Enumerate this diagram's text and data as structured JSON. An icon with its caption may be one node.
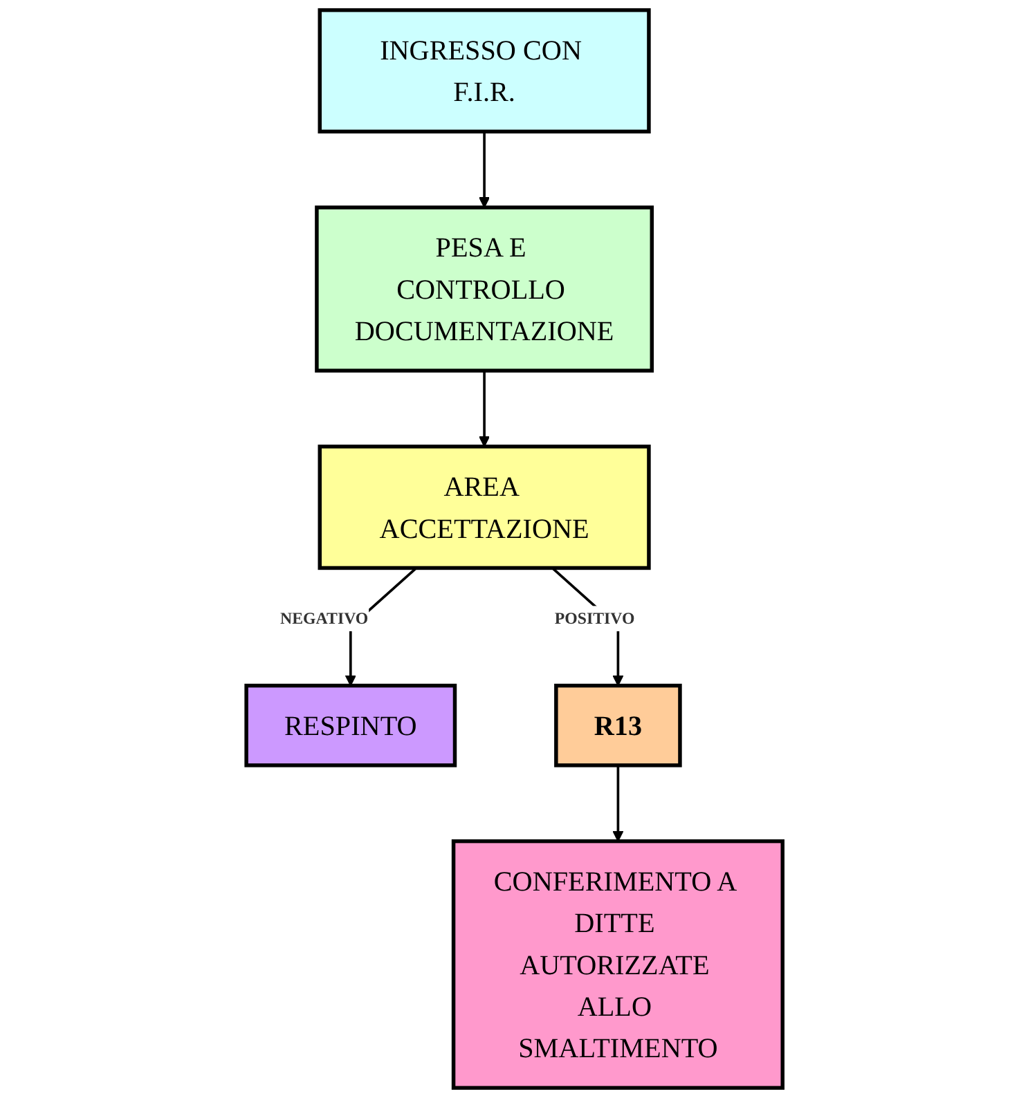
{
  "diagram": {
    "nodes": [
      {
        "text": [
          "INGRESSO CON F.I.R."
        ]
      },
      {
        "text": [
          "PESA E CONTROLLO DOCUMENTAZIONE"
        ]
      },
      {
        "text": [
          "AREA ACCETTAZIONE"
        ]
      },
      {
        "text": [
          "RESPINTO"
        ]
      },
      {
        "text": [
          "R13"
        ]
      },
      {
        "text": [
          "CONFERIMENTO A DITTE AUTORIZZATE ALLO SMALTIMENTO"
        ]
      }
    ],
    "edges": [
      {
        "from": 0,
        "to": 1,
        "arrow": "to"
      },
      {
        "from": 1,
        "to": 2,
        "arrow": "to"
      },
      {
        "from": 2,
        "to": 3,
        "arrow": "to",
        "label": "NEGATIVO"
      },
      {
        "from": 2,
        "to": 4,
        "arrow": "to",
        "label": "POSITIVO"
      },
      {
        "from": 4,
        "to": 5,
        "arrow": "to"
      }
    ]
  }
}
